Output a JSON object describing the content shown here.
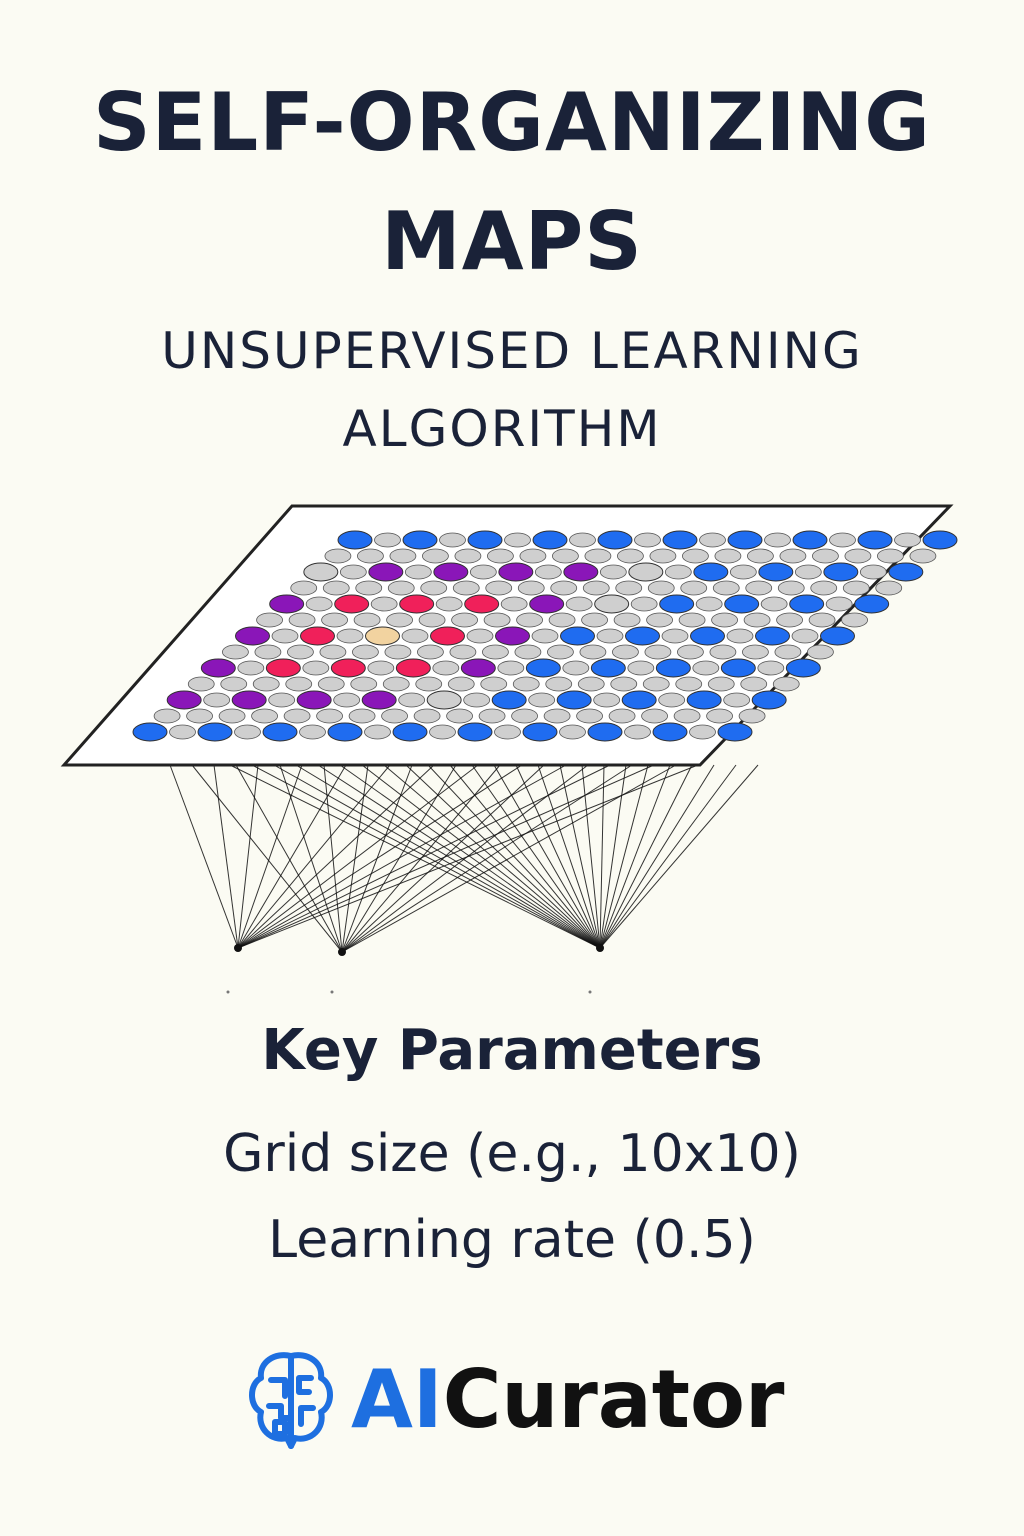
{
  "title": {
    "line1": "SELF-ORGANIZING",
    "line2": "MAPS"
  },
  "subtitle": {
    "line1": "UNSUPERVISED LEARNING",
    "line2": "ALGORITHM"
  },
  "diagram": {
    "grid_rows": 7,
    "grid_cols": 10,
    "input_nodes": 3,
    "colors": {
      "plane": "#ffffff",
      "plane_border": "#222222",
      "gray_node": "#cfcfcf",
      "blue_node": "#1f6cf0",
      "purple_node": "#8a16b8",
      "red_node": "#f0205a",
      "bmu_node": "#f2d3a0",
      "connection": "#111111"
    }
  },
  "parameters": {
    "heading": "Key Parameters",
    "items": [
      "Grid size (e.g., 10x10)",
      "Learning rate (0.5)"
    ]
  },
  "brand": {
    "icon": "brain-circuit-icon",
    "name_part1": "AI",
    "name_part2": "Curator",
    "color_primary": "#1e6fe0",
    "color_secondary": "#111111"
  }
}
